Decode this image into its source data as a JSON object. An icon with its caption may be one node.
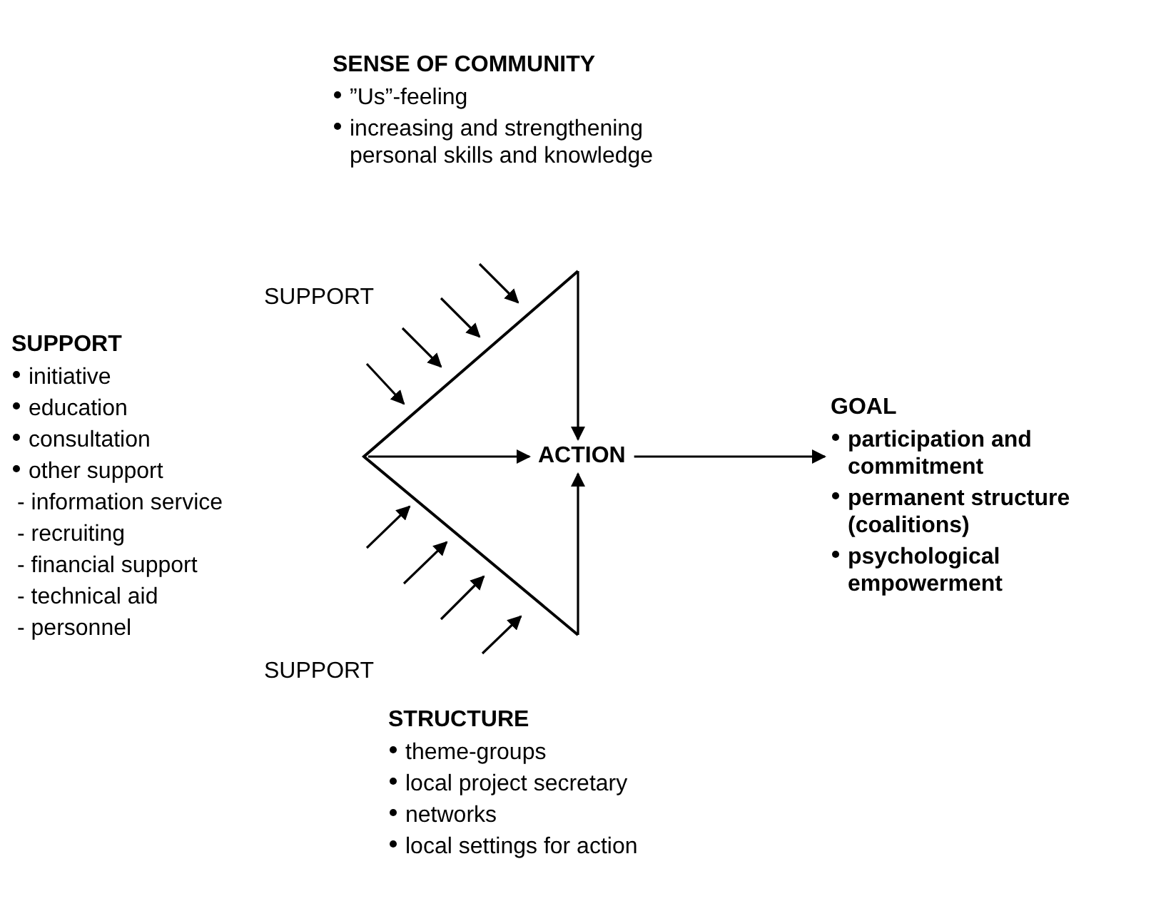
{
  "diagram": {
    "nodes": [
      {
        "text": [
          "SENSE OF COMMUNITY",
          "”Us”-feeling",
          "increasing and strengthening personal skills and knowledge"
        ]
      },
      {
        "text": [
          "SUPPORT",
          "initiative",
          "education",
          "consultation",
          "other support",
          "- information service",
          "- recruiting",
          "- financial support",
          "- technical aid",
          "- personnel"
        ]
      },
      {
        "text": [],
        "shape": "chevron"
      },
      {
        "text": [
          "ACTION"
        ]
      },
      {
        "text": [
          "GOAL",
          "participation and commitment",
          "permanent structure (coalitions)",
          "psychological empowerment"
        ]
      },
      {
        "text": [
          "STRUCTURE",
          "theme-groups",
          "local project secretary",
          "networks",
          "local settings for action"
        ]
      }
    ],
    "edges": [
      {
        "from": 3,
        "to": 4,
        "arrow": "to"
      },
      {
        "from": 2,
        "to": 3,
        "arrow": "to"
      },
      {
        "from": 2,
        "to": 3,
        "arrow": "to"
      },
      {
        "from": 2,
        "to": 3,
        "arrow": "to"
      },
      {
        "from": null,
        "to": 2,
        "arrow": "to"
      },
      {
        "from": null,
        "to": 2,
        "arrow": "to"
      },
      {
        "from": null,
        "to": 2,
        "arrow": "to"
      },
      {
        "from": null,
        "to": 2,
        "arrow": "to"
      },
      {
        "from": null,
        "to": 2,
        "arrow": "to"
      },
      {
        "from": null,
        "to": 2,
        "arrow": "to"
      },
      {
        "from": null,
        "to": 2,
        "arrow": "to"
      },
      {
        "from": null,
        "to": 2,
        "arrow": "to"
      }
    ],
    "labels": [
      "SUPPORT",
      "SUPPORT"
    ]
  }
}
